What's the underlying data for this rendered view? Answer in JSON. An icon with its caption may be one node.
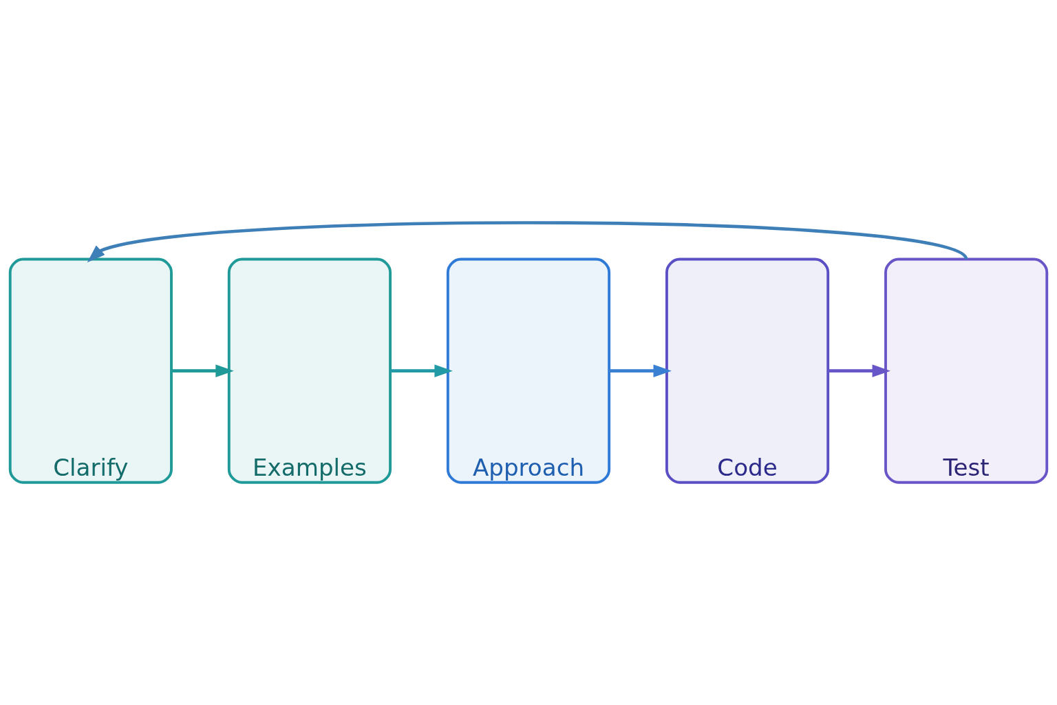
{
  "diagram": {
    "nodes": [
      {
        "text": [
          "Clarify"
        ]
      },
      {
        "text": [
          "Examples"
        ]
      },
      {
        "text": [
          "Approach"
        ]
      },
      {
        "text": [
          "Code"
        ]
      },
      {
        "text": [
          "Test"
        ]
      }
    ],
    "edges": [
      {
        "from": 0,
        "to": 1,
        "arrow": "to",
        "color": "#1f9a98"
      },
      {
        "from": 1,
        "to": 2,
        "arrow": "to",
        "color": "#229aa6"
      },
      {
        "from": 2,
        "to": 3,
        "arrow": "to",
        "color": "#3a80d2"
      },
      {
        "from": 3,
        "to": 4,
        "arrow": "to",
        "color": "#6656c8"
      },
      {
        "from": 4,
        "to": 0,
        "arrow": "to",
        "color": "#3f7fb8"
      }
    ]
  }
}
